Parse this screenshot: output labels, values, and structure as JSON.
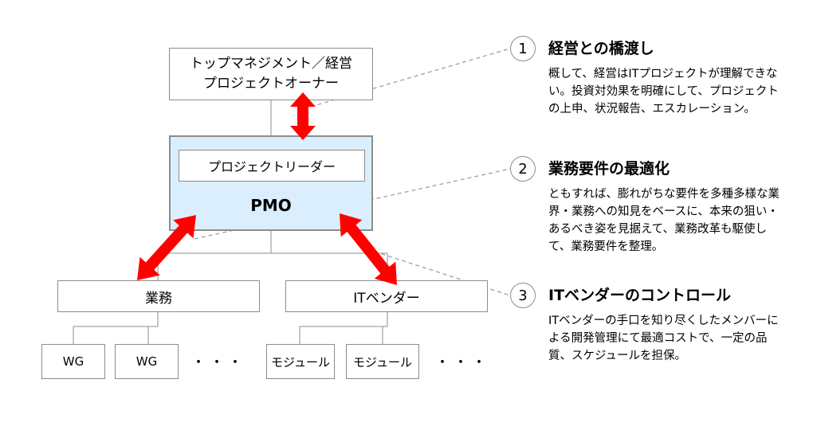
{
  "org_chart": {
    "owner_lines": [
      "トップマネジメント／経営",
      "プロジェクトオーナー"
    ],
    "project_leader": "プロジェクトリーダー",
    "pmo": "PMO",
    "business": "業務",
    "it_vendor": "ITベンダー",
    "wg_labels": [
      "WG",
      "WG"
    ],
    "module_labels": [
      "モジュール",
      "モジュール"
    ],
    "ellipsis": "・・・"
  },
  "colors": {
    "arrow": "#ff0000",
    "pmo_fill": "#dbeefd",
    "line": "#8c8c8c"
  },
  "roles": [
    {
      "number": "1",
      "title": "経営との橋渡し",
      "body": "概して、経営はITプロジェクトが理解できない。投資対効果を明確にして、プロジェクトの上申、状況報告、エスカレーション。"
    },
    {
      "number": "2",
      "title": "業務要件の最適化",
      "body": "ともすれば、膨れがちな要件を多種多様な業界・業務への知見をベースに、本来の狙い・あるべき姿を見据えて、業務改革も駆使して、業務要件を整理。"
    },
    {
      "number": "3",
      "title": "ITベンダーのコントロール",
      "body": "ITベンダーの手口を知り尽くしたメンバーによる開発管理にて最適コストで、一定の品質、スケジュールを担保。"
    }
  ]
}
